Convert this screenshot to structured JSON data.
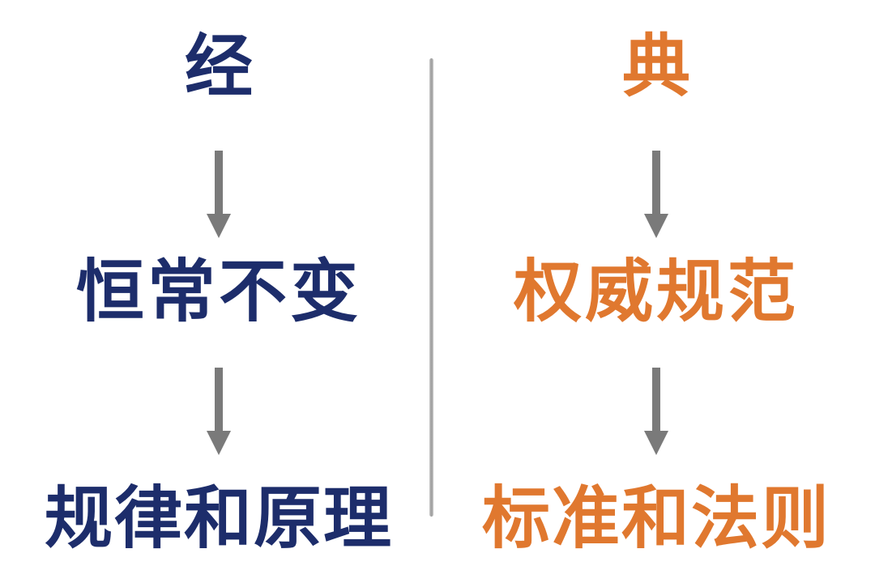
{
  "left": {
    "head": "经",
    "mid": "恒常不变",
    "end": "规律和原理",
    "color": "#1d2d6b"
  },
  "right": {
    "head": "典",
    "mid": "权威规范",
    "end": "标准和法则",
    "color": "#e0782f"
  },
  "arrow_color": "#7a7a7a",
  "divider_color": "#a8a8a8"
}
